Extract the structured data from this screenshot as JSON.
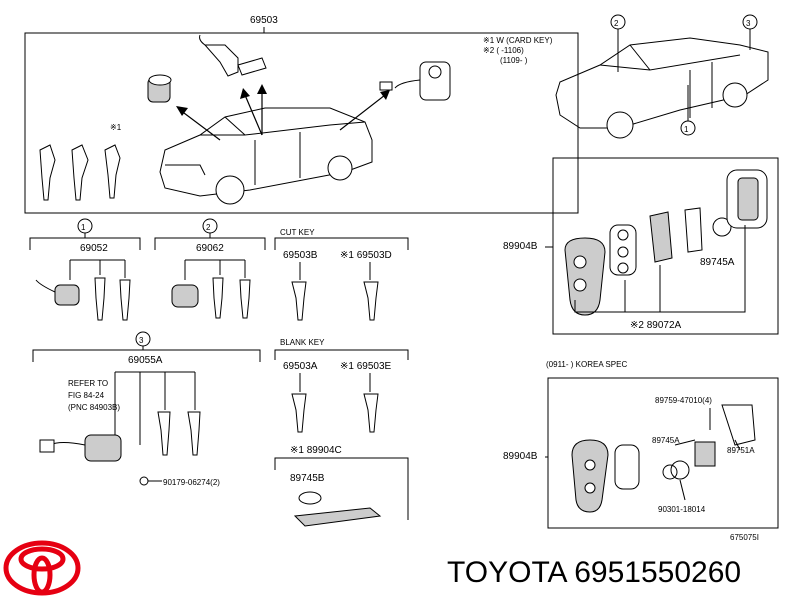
{
  "diagram": {
    "main_part": "69503",
    "notes": [
      "※1 W (CARD KEY)",
      "※2 (      -1106)",
      "(1109-      )"
    ],
    "callouts": [
      "1",
      "2",
      "3"
    ],
    "group1": {
      "callout": "1",
      "part": "69052"
    },
    "group2": {
      "callout": "2",
      "part": "69062"
    },
    "group3": {
      "callout": "3",
      "part": "69055A",
      "refer": [
        "REFER TO",
        "FIG 84-24",
        "(PNC 84903B)"
      ],
      "screw": "90179-06274(2)"
    },
    "cut_key": {
      "title": "CUT KEY",
      "part_a": "69503B",
      "part_b": "※1 69503D"
    },
    "blank_key": {
      "title": "BLANK KEY",
      "part_a": "69503A",
      "part_b": "※1 69503E"
    },
    "card": {
      "part": "※1 89904C",
      "sub": "89745B"
    },
    "remote": {
      "part": "89904B",
      "battery": "89745A",
      "case": "※2 89072A"
    },
    "korea": {
      "header": "(0911-      ) KOREA SPEC",
      "part": "89904B",
      "p1": "89759-47010(4)",
      "p2": "89745A",
      "p3": "89751A",
      "p4": "90301-18014"
    },
    "diagram_code": "675075I",
    "star": "※1",
    "brand_caption": "TOYOTA 6951550260"
  },
  "colors": {
    "logo": "#e60012",
    "line": "#000000"
  }
}
